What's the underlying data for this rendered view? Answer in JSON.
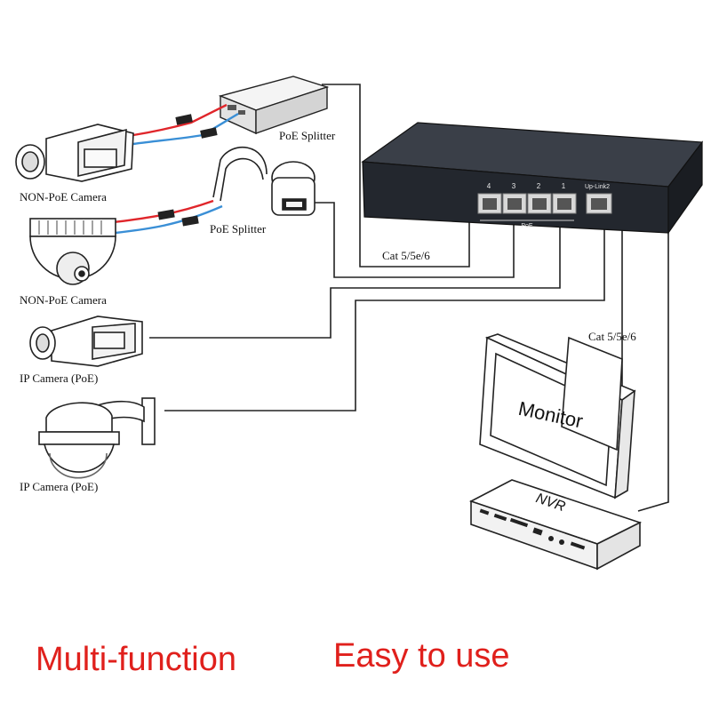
{
  "labels": {
    "splitter_1": "PoE Splitter",
    "splitter_2": "PoE Splitter",
    "cam_1": "NON-PoE Camera",
    "cam_2": "NON-PoE Camera",
    "cam_3": "IP Camera (PoE)",
    "cam_4": "IP Camera (PoE)",
    "cable_1": "Cat 5/5e/6",
    "cable_2": "Cat 5/5e/6",
    "monitor": "Monitor",
    "nvr": "NVR"
  },
  "switch": {
    "ports": [
      "4",
      "3",
      "2",
      "1"
    ],
    "uplink": "Up-Link2",
    "poe": "PoE"
  },
  "captions": {
    "left": "Multi-function",
    "right": "Easy to use"
  },
  "colors": {
    "caption": "#e0201c",
    "power_wire": "#e0262b",
    "data_wire": "#3a8fd6",
    "switch_body": "#23272e"
  }
}
